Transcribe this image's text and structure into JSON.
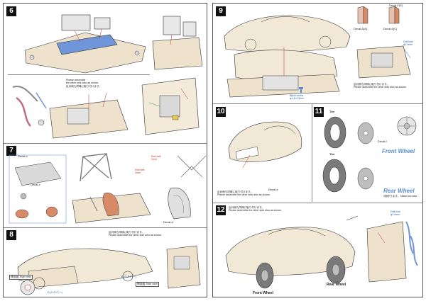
{
  "steps": {
    "s6": "6",
    "s7": "7",
    "s8": "8",
    "s9": "9",
    "s10": "10",
    "s11": "11",
    "s12": "12"
  },
  "notes": {
    "assemble_other_side_6": "Please assemble\nthe other side also as shown\n反対側も同様に取り付けます。",
    "assemble_other_side_8": "反対側も同様に取り付けます。\nPlease assemble the other side also as shown.",
    "assemble_other_side_9": "反対側も同様に取り付けます。\nPlease assemble the other side also as shown.",
    "assemble_other_side_10": "反対側も同様に取り付けます。\nPlease assemble the other side also as shown.",
    "assemble_other_side_12": "反対側も同様に取り付けます。\nPlease assemble the other side also as shown.",
    "make_two_sets": "2個作ります。 Make two sets.",
    "make_four_sets": "2個作ります。",
    "black_screw": "Black screw\nφ1.4×2.5mm",
    "drill_hole": "Drill hole\nφ1.0mm"
  },
  "labels": {
    "decal_6a": "Decal-6(A)",
    "decal_6c": "Decal-6(C)",
    "decal_f_e": "Decal-F(E)",
    "decal_b": "Decal-b",
    "decal_c": "Decal-c",
    "decal_d": "Decal-d",
    "decal_e": "Decal-e",
    "decal_f": "Decal-f",
    "tire": "Tire",
    "tire2": "Tire",
    "front_wheel": "Front Wheel",
    "rear_wheel": "Rear Wheel",
    "front_wheel_12": "Front Wheel",
    "rear_wheel_12": "Rear Wheel",
    "side_view": "側面図 Side view",
    "side_view2": "側面図 Side view",
    "red_belt": "Red belt\n2mm",
    "red_belt2": "Red belt\n2mm",
    "e_silver": "E(シルバー)",
    "e_silver2": "E(シルバー)",
    "e_silver3": "E(シルバー)"
  },
  "colors": {
    "body_beige": "#efe2cd",
    "panel_blue": "#6f96d8",
    "accent_blue": "#5b8fd0",
    "seat_orange": "#d88a66",
    "tire_grey": "#7a7a7a",
    "wheel_silver": "#bdbdbd"
  }
}
